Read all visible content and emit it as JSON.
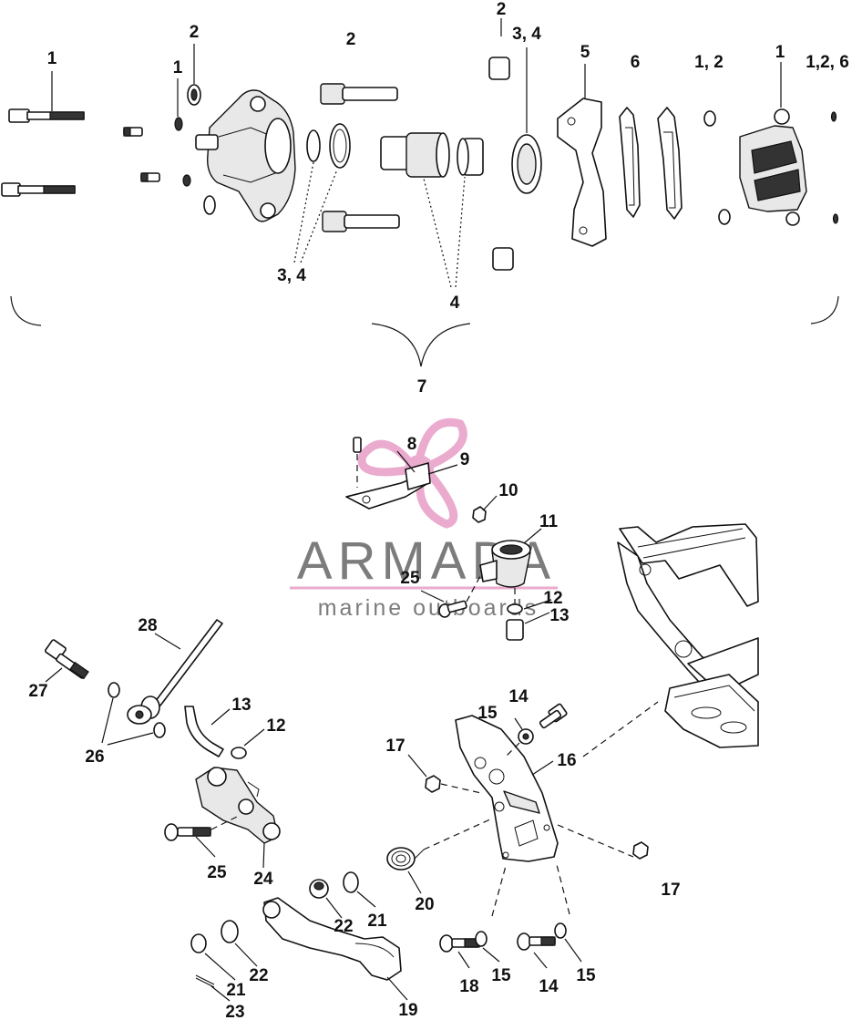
{
  "watermark": {
    "brand": "ARMADA",
    "tagline": "marine outboards",
    "accent_color": "#e8a3c9"
  },
  "callouts": {
    "c1_left": "1",
    "c2_a": "2",
    "c1_b": "1",
    "c2_b": "2",
    "c2_c": "2",
    "c34_top": "3, 4",
    "c5": "5",
    "c6": "6",
    "c12_top": "1,  2",
    "c1_right": "1",
    "c126": "1,2, 6",
    "c34_bottom": "3, 4",
    "c4": "4",
    "c7": "7",
    "c8": "8",
    "c9": "9",
    "c10": "10",
    "c11": "11",
    "c25_a": "25",
    "c12_a": "12",
    "c13_a": "13",
    "c28": "28",
    "c27": "27",
    "c26": "26",
    "c13_b": "13",
    "c12_b": "12",
    "c14_a": "14",
    "c15_a": "15",
    "c17_a": "17",
    "c16": "16",
    "c25_b": "25",
    "c24": "24",
    "c20": "20",
    "c17_b": "17",
    "c22_a": "22",
    "c21_a": "21",
    "c21_b": "21",
    "c22_b": "22",
    "c23": "23",
    "c19": "19",
    "c18": "18",
    "c15_b": "15",
    "c14_b": "14",
    "c15_c": "15"
  }
}
